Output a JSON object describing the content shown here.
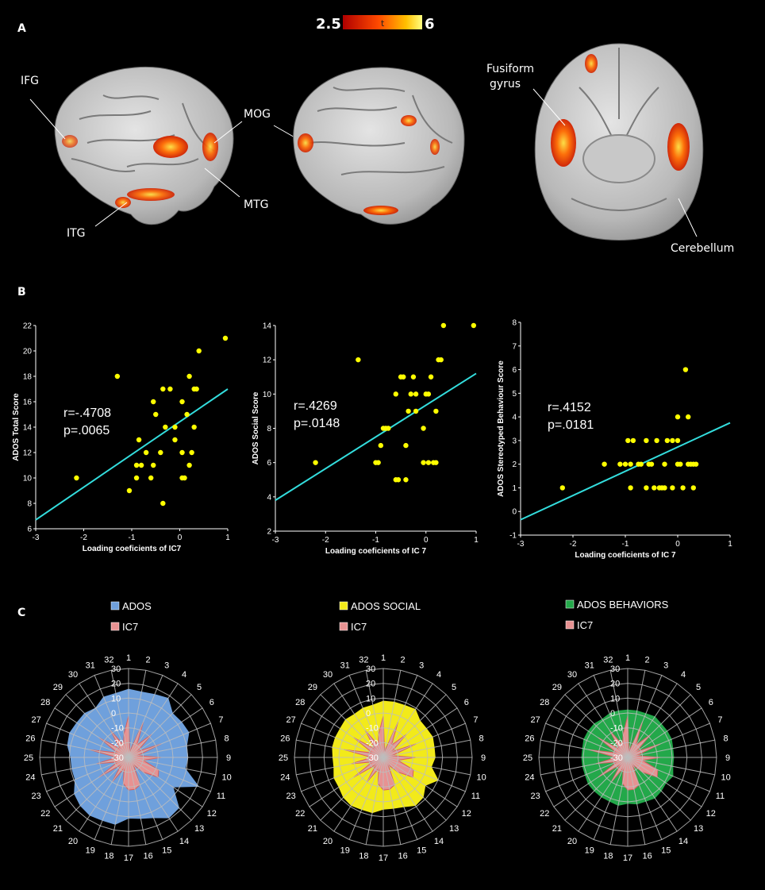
{
  "panel_labels": {
    "a": "A",
    "b": "B",
    "c": "C"
  },
  "colorbar": {
    "min": "2.5",
    "label": "t",
    "max": "6"
  },
  "brain_labels": {
    "ifg": "IFG",
    "mog": "MOG",
    "mtg": "MTG",
    "itg": "ITG",
    "fusiform_line1": "Fusiform",
    "fusiform_line2": "gyrus",
    "cerebellum": "Cerebellum"
  },
  "colors": {
    "scatter_point": "#ffff00",
    "fit_line": "#33dddd",
    "ados_fill": "#6fa0dc",
    "social_fill": "#f2ea1a",
    "behaviors_fill": "#23a84a",
    "ic7_fill": "#e79292"
  },
  "chart_data": [
    {
      "id": "scatter_total",
      "type": "scatter",
      "xlabel": "Loading coeficients of IC7",
      "ylabel": "ADOS Total Score",
      "xlim": [
        -3,
        1
      ],
      "ylim": [
        6,
        22
      ],
      "xticks": [
        -3,
        -2,
        -1,
        0,
        1
      ],
      "yticks": [
        6,
        8,
        10,
        12,
        14,
        16,
        18,
        20,
        22
      ],
      "annotation": [
        "r=-.4708",
        "p=.0065"
      ],
      "fit_line": [
        [
          -3,
          6.7
        ],
        [
          1,
          17
        ]
      ],
      "points": [
        [
          -2.15,
          10
        ],
        [
          -1.3,
          18
        ],
        [
          -1.05,
          9
        ],
        [
          -0.9,
          11
        ],
        [
          -0.85,
          13
        ],
        [
          -0.8,
          11
        ],
        [
          -0.9,
          10
        ],
        [
          -0.7,
          12
        ],
        [
          -0.6,
          10
        ],
        [
          -0.55,
          16
        ],
        [
          -0.5,
          15
        ],
        [
          -0.55,
          11
        ],
        [
          -0.35,
          17
        ],
        [
          -0.4,
          12
        ],
        [
          -0.3,
          14
        ],
        [
          -0.35,
          8
        ],
        [
          -0.2,
          17
        ],
        [
          -0.1,
          13
        ],
        [
          -0.1,
          14
        ],
        [
          0.05,
          16
        ],
        [
          0.05,
          12
        ],
        [
          0.05,
          10
        ],
        [
          0.1,
          10
        ],
        [
          0.15,
          15
        ],
        [
          0.2,
          11
        ],
        [
          0.2,
          18
        ],
        [
          0.25,
          12
        ],
        [
          0.3,
          14
        ],
        [
          0.3,
          17
        ],
        [
          0.35,
          17
        ],
        [
          0.4,
          20
        ],
        [
          0.95,
          21
        ]
      ]
    },
    {
      "id": "scatter_social",
      "type": "scatter",
      "xlabel": "Loading coeficients of IC 7",
      "ylabel": "ADOS Social Score",
      "xlim": [
        -3,
        1
      ],
      "ylim": [
        2,
        14
      ],
      "xticks": [
        -3,
        -2,
        -1,
        0,
        1
      ],
      "yticks": [
        2,
        4,
        6,
        8,
        10,
        12,
        14
      ],
      "annotation": [
        "r=.4269",
        "p=.0148"
      ],
      "fit_line": [
        [
          -3,
          3.8
        ],
        [
          1,
          11.2
        ]
      ],
      "points": [
        [
          -2.2,
          6
        ],
        [
          -1.35,
          12
        ],
        [
          -1.0,
          6
        ],
        [
          -0.95,
          6
        ],
        [
          -0.9,
          7
        ],
        [
          -0.85,
          8
        ],
        [
          -0.8,
          8
        ],
        [
          -0.75,
          8
        ],
        [
          -0.6,
          10
        ],
        [
          -0.6,
          5
        ],
        [
          -0.55,
          5
        ],
        [
          -0.5,
          11
        ],
        [
          -0.45,
          11
        ],
        [
          -0.4,
          7
        ],
        [
          -0.4,
          5
        ],
        [
          -0.35,
          9
        ],
        [
          -0.3,
          10
        ],
        [
          -0.25,
          11
        ],
        [
          -0.2,
          10
        ],
        [
          -0.2,
          9
        ],
        [
          -0.05,
          8
        ],
        [
          -0.05,
          6
        ],
        [
          0.0,
          10
        ],
        [
          0.05,
          6
        ],
        [
          0.05,
          10
        ],
        [
          0.1,
          11
        ],
        [
          0.15,
          6
        ],
        [
          0.2,
          6
        ],
        [
          0.2,
          9
        ],
        [
          0.25,
          12
        ],
        [
          0.3,
          12
        ],
        [
          0.35,
          14
        ],
        [
          0.95,
          14
        ]
      ]
    },
    {
      "id": "scatter_behaviour",
      "type": "scatter",
      "xlabel": "Loading coeficients of IC 7",
      "ylabel": "ADOS Stereotyped Behaviour Score",
      "xlim": [
        -3,
        1
      ],
      "ylim": [
        -1,
        8
      ],
      "xticks": [
        -3,
        -2,
        -1,
        0,
        1
      ],
      "yticks": [
        -1,
        0,
        1,
        2,
        3,
        4,
        5,
        6,
        7,
        8
      ],
      "annotation": [
        "r=.4152",
        "p=.0181"
      ],
      "fit_line": [
        [
          -3,
          -0.35
        ],
        [
          1,
          3.75
        ]
      ],
      "points": [
        [
          -2.2,
          1
        ],
        [
          -1.4,
          2
        ],
        [
          -1.1,
          2
        ],
        [
          -1.0,
          2
        ],
        [
          -0.95,
          3
        ],
        [
          -0.9,
          1
        ],
        [
          -0.9,
          2
        ],
        [
          -0.85,
          3
        ],
        [
          -0.75,
          2
        ],
        [
          -0.7,
          2
        ],
        [
          -0.6,
          3
        ],
        [
          -0.6,
          1
        ],
        [
          -0.55,
          2
        ],
        [
          -0.5,
          2
        ],
        [
          -0.45,
          1
        ],
        [
          -0.4,
          3
        ],
        [
          -0.35,
          1
        ],
        [
          -0.3,
          1
        ],
        [
          -0.25,
          1
        ],
        [
          -0.25,
          2
        ],
        [
          -0.2,
          3
        ],
        [
          -0.1,
          1
        ],
        [
          -0.1,
          3
        ],
        [
          0.0,
          2
        ],
        [
          0.0,
          4
        ],
        [
          0.0,
          3
        ],
        [
          0.05,
          2
        ],
        [
          0.1,
          1
        ],
        [
          0.15,
          6
        ],
        [
          0.2,
          2
        ],
        [
          0.2,
          4
        ],
        [
          0.25,
          2
        ],
        [
          0.3,
          1
        ],
        [
          0.3,
          2
        ],
        [
          0.35,
          2
        ]
      ]
    },
    {
      "id": "radar_ados",
      "type": "radar",
      "legend": [
        "ADOS",
        "IC7"
      ],
      "axes": [
        "1",
        "2",
        "3",
        "4",
        "5",
        "6",
        "7",
        "8",
        "9",
        "10",
        "11",
        "12",
        "13",
        "14",
        "15",
        "16",
        "17",
        "18",
        "19",
        "20",
        "21",
        "22",
        "23",
        "24",
        "25",
        "26",
        "27",
        "28",
        "29",
        "30",
        "31",
        "32"
      ],
      "rings": [
        "-30",
        "-20",
        "-10",
        "0",
        "10",
        "20",
        "30"
      ],
      "rlim": [
        -30,
        30
      ],
      "series": [
        {
          "name": "ADOS",
          "values": [
            16,
            15,
            16,
            18,
            12,
            13,
            14,
            10,
            10,
            9,
            21,
            6,
            18,
            19,
            14,
            12,
            11,
            16,
            16,
            17,
            16,
            14,
            9,
            9,
            9,
            12,
            13,
            12,
            12,
            10,
            14,
            14
          ]
        },
        {
          "name": "IC7",
          "values": [
            -2,
            -26,
            -4,
            -20,
            -8,
            -23,
            -6,
            -24,
            -8,
            -20,
            -8,
            -6,
            -16,
            -24,
            -10,
            -8,
            -8,
            -12,
            -22,
            -10,
            -23,
            -6,
            -22,
            -8,
            -22,
            -3,
            -22,
            -6,
            -22,
            -8,
            -21,
            -14
          ]
        }
      ]
    },
    {
      "id": "radar_social",
      "type": "radar",
      "legend": [
        "ADOS SOCIAL",
        "IC7"
      ],
      "axes": [
        "1",
        "2",
        "3",
        "4",
        "5",
        "6",
        "7",
        "8",
        "9",
        "10",
        "11",
        "12",
        "13",
        "14",
        "15",
        "16",
        "17",
        "18",
        "19",
        "20",
        "21",
        "22",
        "23",
        "24",
        "25",
        "26",
        "27",
        "28",
        "29",
        "30",
        "31",
        "32"
      ],
      "rings": [
        "-30",
        "-20",
        "-10",
        "0",
        "10",
        "20",
        "30"
      ],
      "rlim": [
        -30,
        30
      ],
      "series": [
        {
          "name": "ADOS SOCIAL",
          "values": [
            8,
            8,
            8,
            9,
            5,
            5,
            6,
            5,
            5,
            3,
            10,
            4,
            8,
            9,
            6,
            5,
            5,
            8,
            8,
            9,
            8,
            6,
            6,
            4,
            4,
            5,
            5,
            5,
            6,
            5,
            6,
            6
          ]
        },
        {
          "name": "IC7",
          "values": [
            -2,
            -26,
            -4,
            -20,
            -8,
            -23,
            -6,
            -24,
            -8,
            -20,
            -8,
            -6,
            -16,
            -24,
            -10,
            -8,
            -8,
            -12,
            -22,
            -10,
            -23,
            -6,
            -22,
            -8,
            -22,
            -3,
            -22,
            -6,
            -22,
            -8,
            -21,
            -14
          ]
        }
      ]
    },
    {
      "id": "radar_behaviors",
      "type": "radar",
      "legend": [
        "ADOS BEHAVIORS",
        "IC7"
      ],
      "axes": [
        "1",
        "2",
        "3",
        "4",
        "5",
        "6",
        "7",
        "8",
        "9",
        "10",
        "11",
        "12",
        "13",
        "14",
        "15",
        "16",
        "17",
        "18",
        "19",
        "20",
        "21",
        "22",
        "23",
        "24",
        "25",
        "26",
        "27",
        "28",
        "29",
        "30",
        "31",
        "32"
      ],
      "rings": [
        "-30",
        "-20",
        "-10",
        "0",
        "10",
        "20",
        "30"
      ],
      "rlim": [
        -30,
        30
      ],
      "series": [
        {
          "name": "ADOS BEHAVIORS",
          "values": [
            2,
            2,
            2,
            3,
            2,
            2,
            2,
            1,
            1,
            1,
            3,
            1,
            2,
            3,
            2,
            2,
            1,
            3,
            2,
            2,
            2,
            2,
            1,
            1,
            1,
            1,
            2,
            2,
            2,
            1,
            2,
            2
          ]
        },
        {
          "name": "IC7",
          "values": [
            -2,
            -26,
            -4,
            -20,
            -8,
            -23,
            -6,
            -24,
            -8,
            -20,
            -8,
            -6,
            -16,
            -24,
            -10,
            -8,
            -8,
            -12,
            -22,
            -10,
            -23,
            -6,
            -22,
            -8,
            -22,
            -3,
            -22,
            -6,
            -22,
            -8,
            -21,
            -14
          ]
        }
      ]
    }
  ]
}
